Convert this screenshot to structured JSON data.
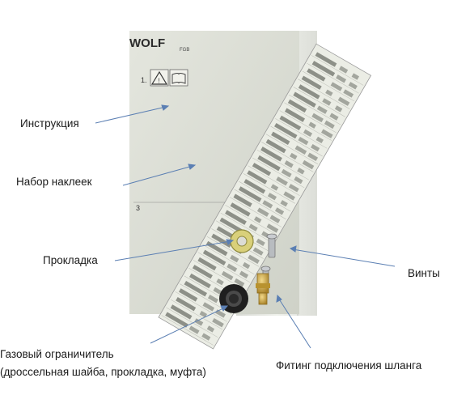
{
  "labels": {
    "instruction": "Инструкция",
    "sticker_set": "Набор наклеек",
    "gasket": "Прокладка",
    "screws": "Винты",
    "gas_limiter_line1": "Газовый ограничитель",
    "gas_limiter_line2": "(дроссельная шайба, прокладка, муфта)",
    "hose_fitting": "Фитинг подключения шланга"
  },
  "document": {
    "brand": "WOLF",
    "model": "FGB",
    "step_1": "1.",
    "step_3": "3"
  },
  "colors": {
    "paper": "#d9dcd2",
    "sleeve": "#eceee8",
    "sticker_sheet": "#e6e8e0",
    "arrow": "#5b7fb3",
    "brass": "#c9a548",
    "text": "#1a1a1a"
  }
}
